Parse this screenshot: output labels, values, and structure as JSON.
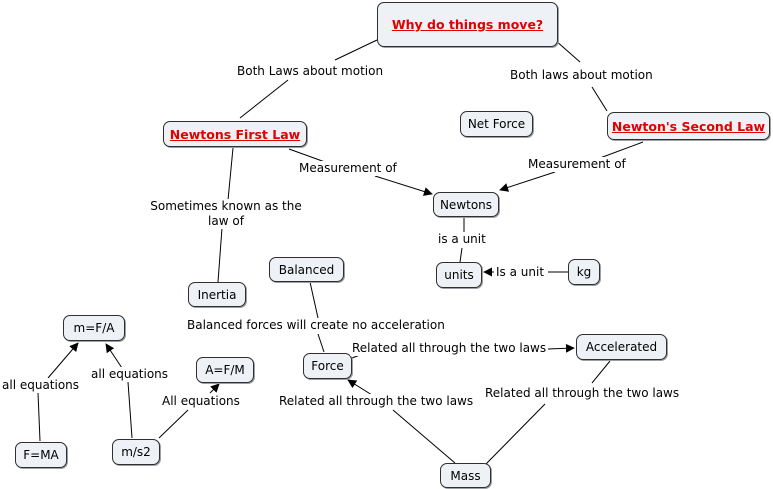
{
  "colors": {
    "link_text": "#e00000",
    "node_fill": "#eef2f6",
    "node_border": "#2f2f2f",
    "edge": "#000000"
  },
  "nodes": {
    "why_move": "Why do things move?",
    "newtons_first_law": "Newtons First Law ",
    "newtons_second_law": "Newton's Second Law",
    "net_force": "Net Force",
    "newtons": "Newtons",
    "units": "units",
    "kg": "kg",
    "inertia": "Inertia",
    "balanced": "Balanced",
    "force": "Force",
    "accelerated": "Accelerated",
    "mass": "Mass",
    "m_fa": "m=F/A",
    "a_fm": "A=F/M",
    "f_ma": "F=MA",
    "m_s2": "m/s2"
  },
  "links": {
    "both_laws_about_motion_1": "Both Laws about motion",
    "both_laws_about_motion_2": "Both laws about motion",
    "measurement_of_1": "Measurement of",
    "measurement_of_2": "Measurement of",
    "sometimes_known": "Sometimes known as the law of",
    "is_a_unit_1": "is a unit",
    "is_a_unit_2": "Is a unit",
    "balanced_forces": "Balanced forces will create no acceleration",
    "related_1": "Related all through the two laws",
    "related_2": "Related all through the two laws",
    "related_3": "Related all through the two laws",
    "all_equations_1": "all equations",
    "all_equations_2": "all equations",
    "all_equations_3": "All equations"
  }
}
